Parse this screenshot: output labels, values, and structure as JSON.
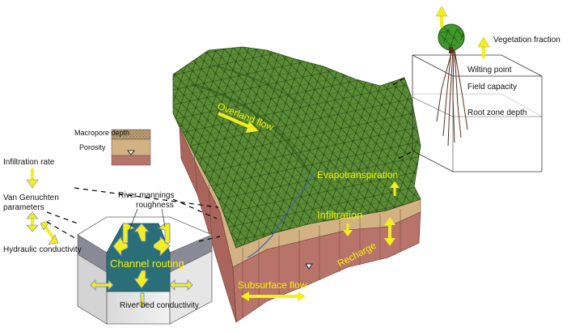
{
  "colors": {
    "terrain": "#5b8c35",
    "terrain_dark": "#3f6b22",
    "soil_tan": "#d2b183",
    "soil_red": "#b8736a",
    "channel": "#2a6f78",
    "arrow": "#f2ee21",
    "arrow_edge": "#6a7fd0",
    "river": "#3f63b0"
  },
  "labels": {
    "overland_flow": "Overland flow",
    "evapotranspiration": "Evapotranspiration",
    "infiltration": "Infiltration",
    "recharge": "Recharge",
    "subsurface_flow": "Subsurface flow",
    "channel_routing": "Channel routing",
    "river_mannings_line1": "River mannings",
    "river_mannings_line2": "roughness",
    "river_bed_conductivity": "River bed conductivity",
    "macropore_depth": "Macropore depth",
    "porosity": "Porosity",
    "infiltration_rate": "Infiltration rate",
    "van_genuchten_line1": "Van Genuchten",
    "van_genuchten_line2": "parameters",
    "hydraulic_conductivity": "Hydraulic conductivity",
    "vegetation_fraction": "Vegetation fraction",
    "wilting_point": "Wilting point",
    "field_capacity": "Field capacity",
    "root_zone_depth": "Root zone depth"
  }
}
